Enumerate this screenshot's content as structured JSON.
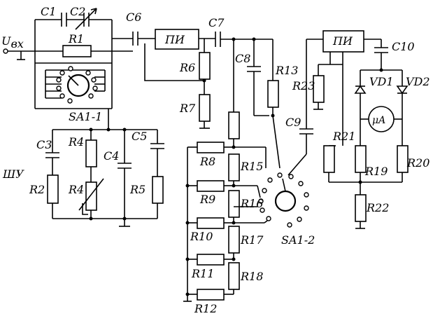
{
  "labels": {
    "input": "U",
    "input_sub": "вх",
    "C1": "C1",
    "C2": "C2",
    "C3": "C3",
    "C4": "C4",
    "C5": "C5",
    "C6": "C6",
    "C7": "C7",
    "C8": "C8",
    "C9": "C9",
    "C10": "C10",
    "R1": "R1",
    "R2": "R2",
    "R4a": "R4",
    "R4b": "R4",
    "R5": "R5",
    "R6": "R6",
    "R7": "R7",
    "R8": "R8",
    "R9": "R9",
    "R10": "R10",
    "R11": "R11",
    "R12": "R12",
    "R13": "R13",
    "R15": "R15",
    "R16": "R16",
    "R17": "R17",
    "R18": "R18",
    "R19": "R19",
    "R20": "R20",
    "R21": "R21",
    "R22": "R22",
    "R23": "R23",
    "VD1": "VD1",
    "VD2": "VD2",
    "meter": "μA",
    "PI1": "ПИ",
    "PI2": "ПИ",
    "SA1_1": "SA1-1",
    "SA1_2": "SA1-2",
    "SHU": "ШУ"
  }
}
